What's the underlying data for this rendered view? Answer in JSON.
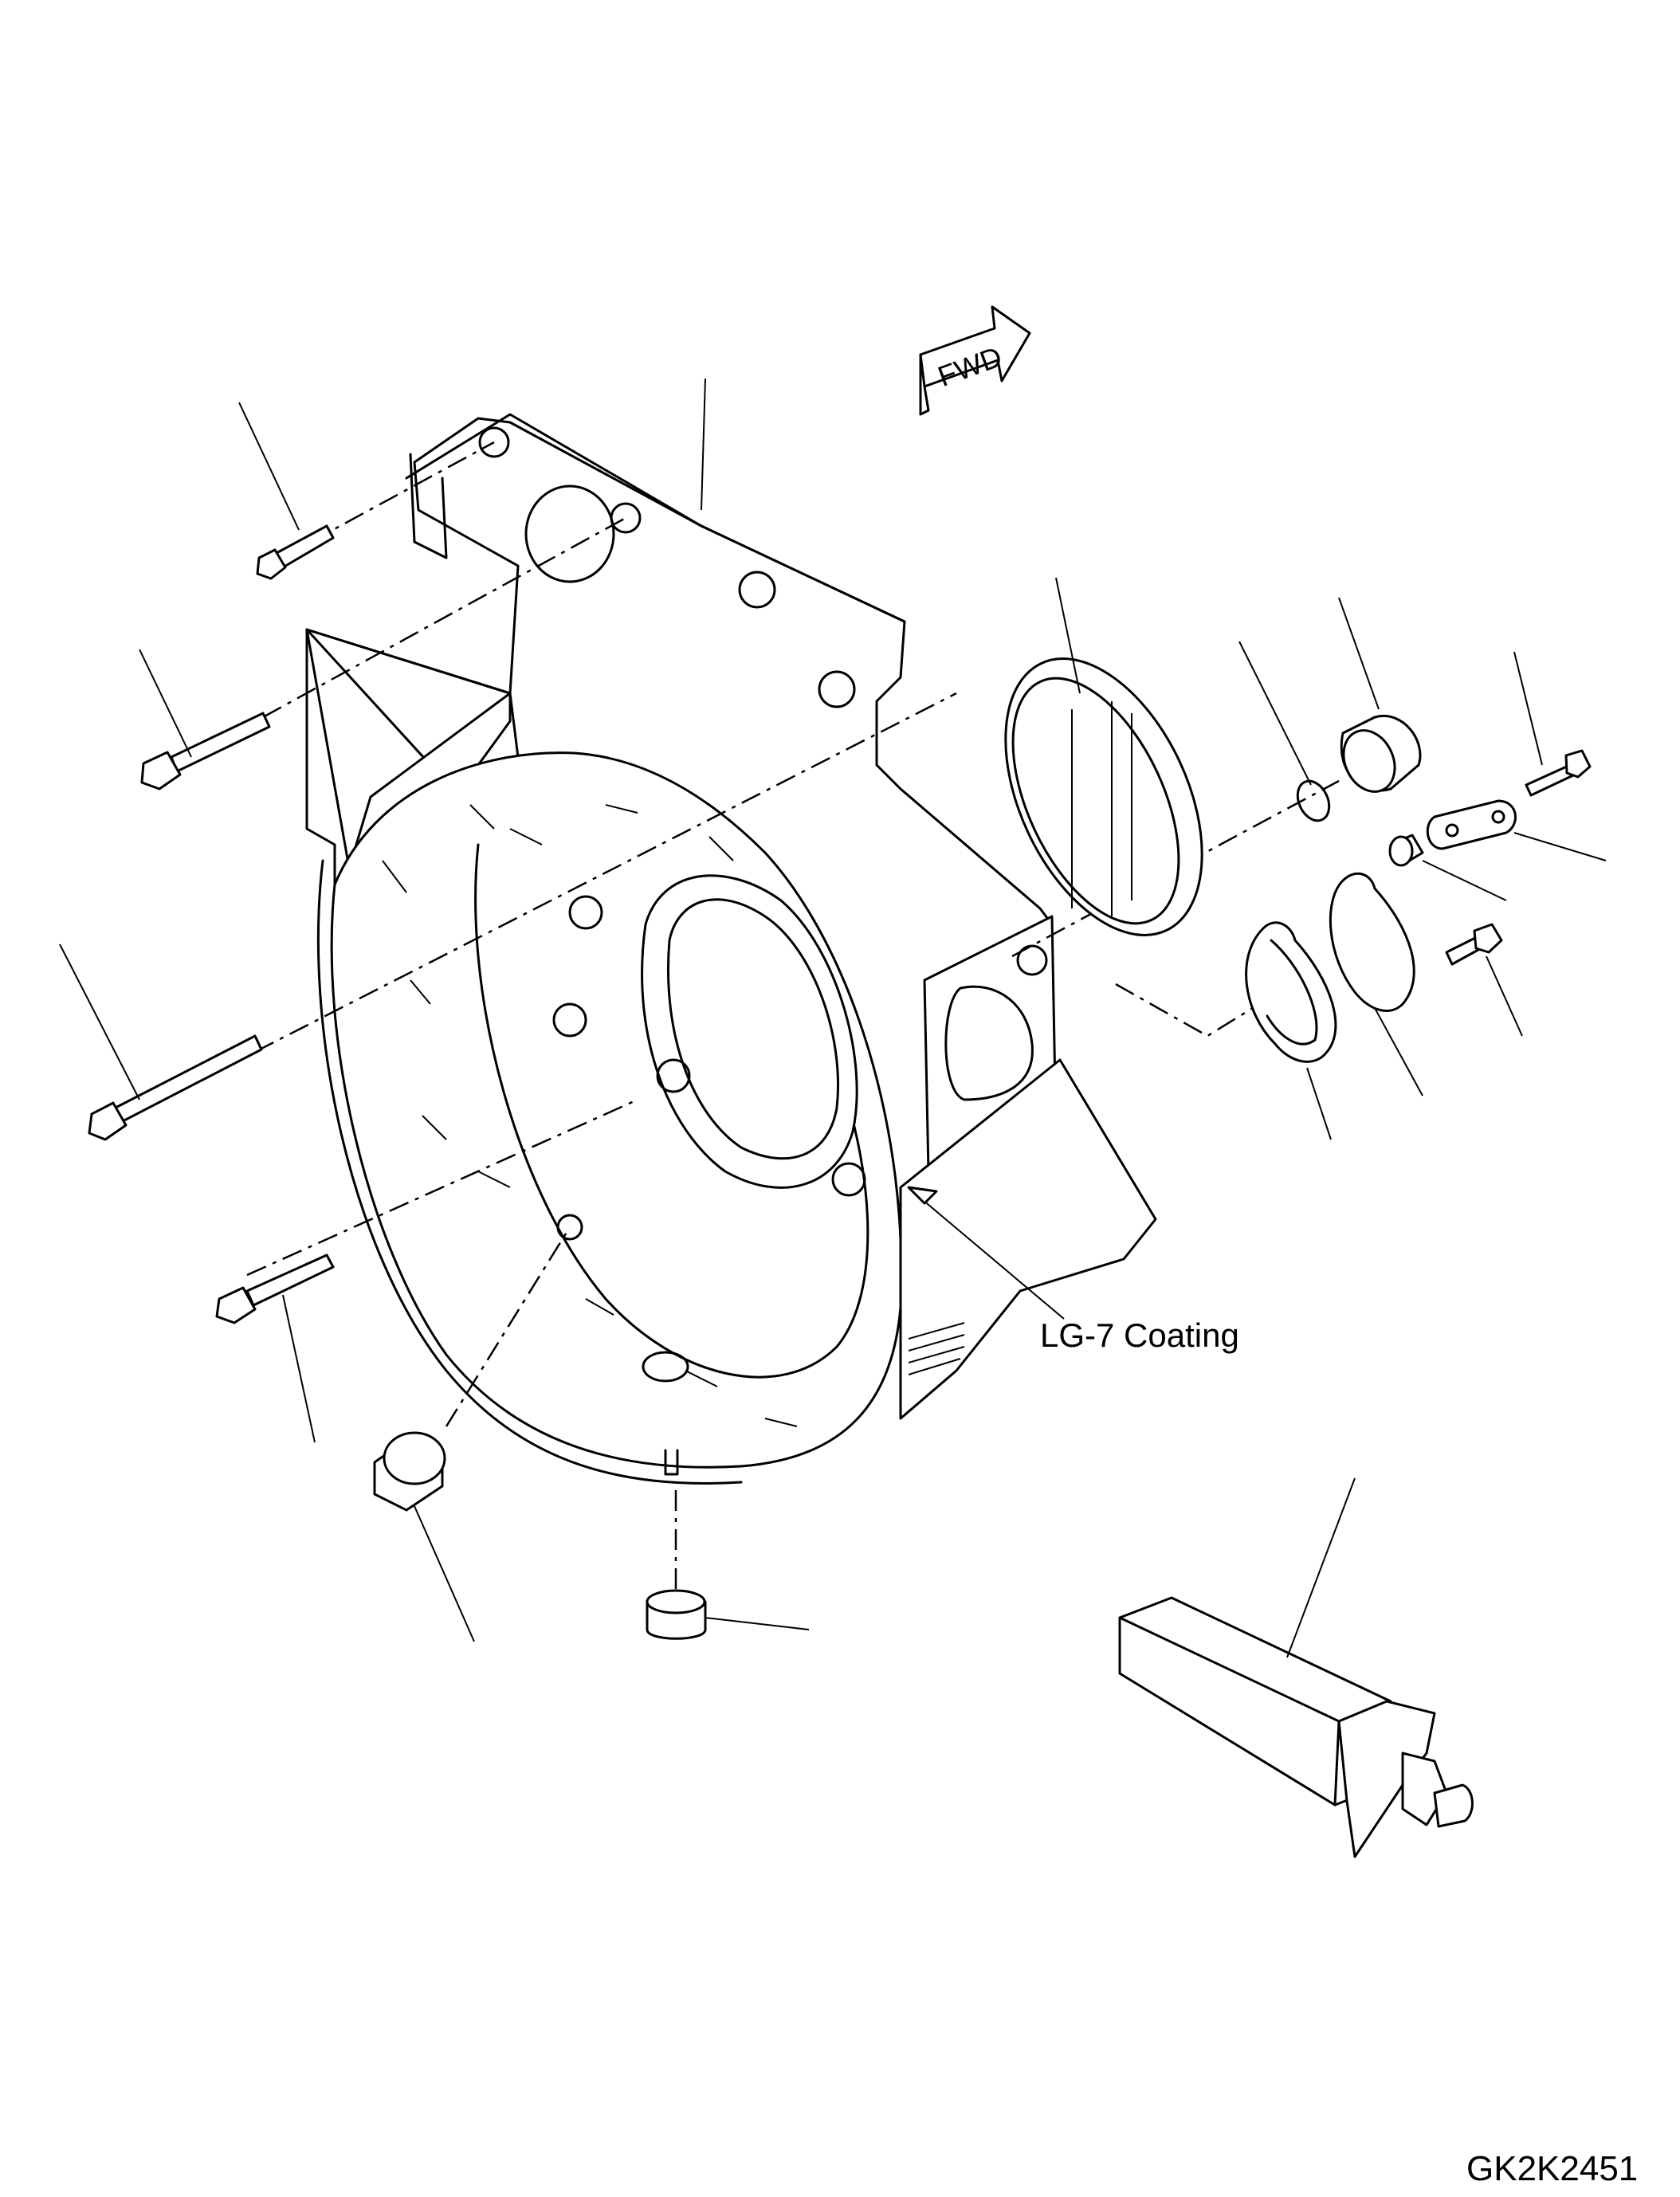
{
  "labels": {
    "coating": "LG-7 Coating",
    "drawing_number": "GK2K2451",
    "direction": "FWD"
  }
}
